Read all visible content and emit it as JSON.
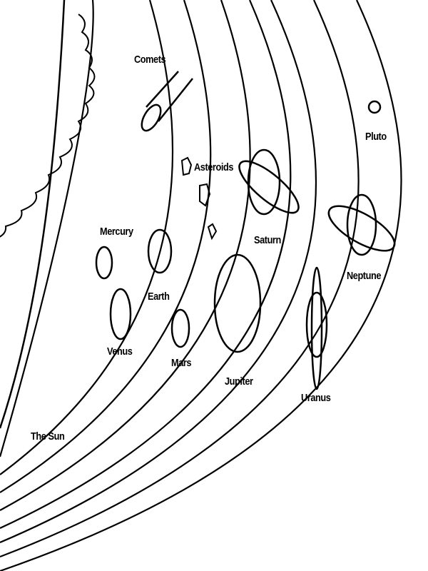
{
  "title": "Solar System",
  "labels": {
    "comets": "Comets",
    "pluto": "Pluto",
    "asteroids": "Asteroids",
    "saturn": "Saturn",
    "mercury": "Mercury",
    "earth": "Earth",
    "neptune": "Neptune",
    "venus": "Venus",
    "mars": "Mars",
    "jupiter": "Jupiter",
    "uranus": "Uranus",
    "sun": "The Sun"
  },
  "colors": {
    "line": "#000000",
    "background": "#ffffff"
  }
}
